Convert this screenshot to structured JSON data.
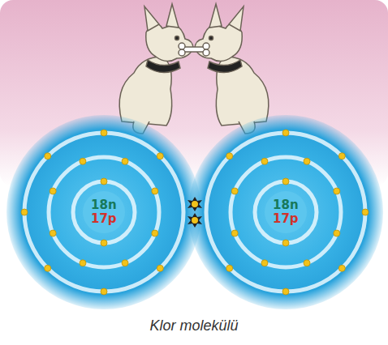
{
  "diagram": {
    "caption": "Klor molekülü",
    "nodes": [
      {
        "text": [
          "18n",
          "17p"
        ]
      },
      {
        "text": [
          "18n",
          "17p"
        ]
      }
    ]
  }
}
